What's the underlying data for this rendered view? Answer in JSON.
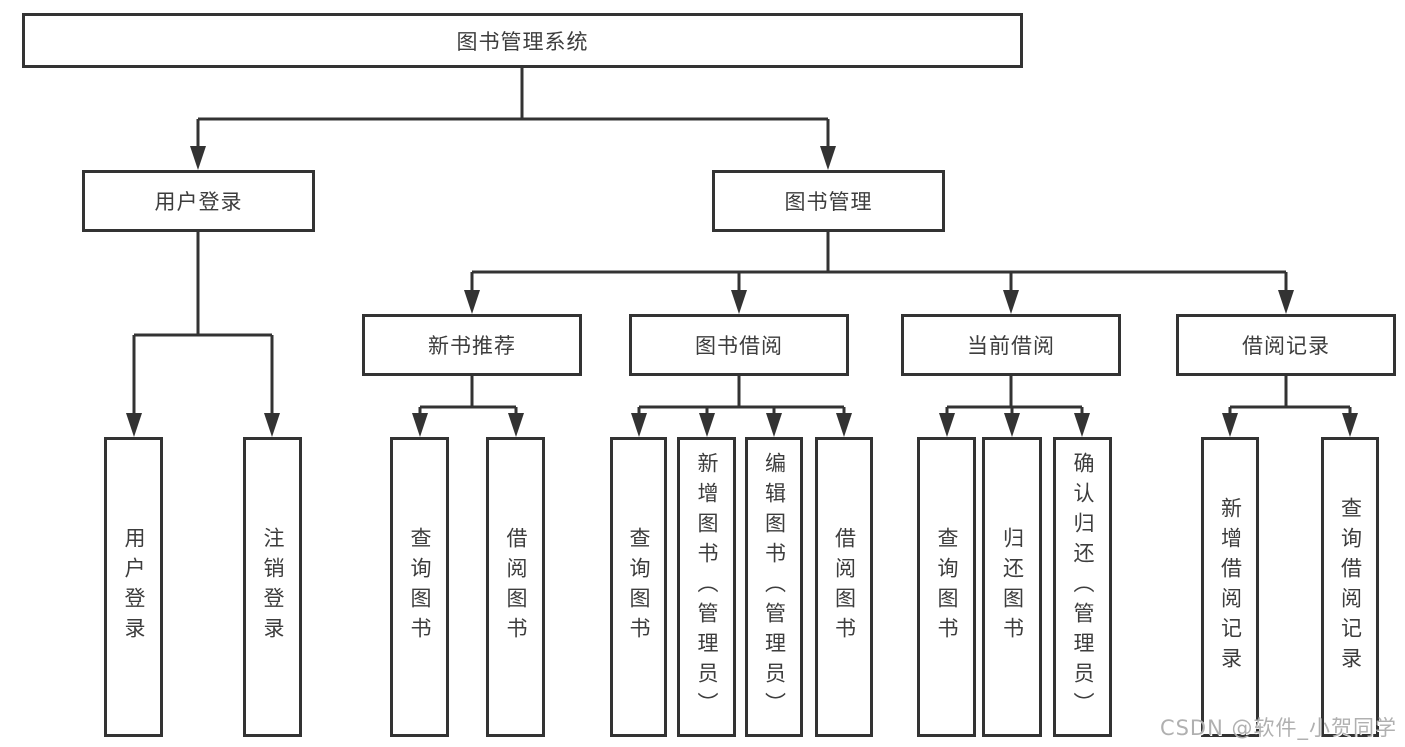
{
  "diagram": {
    "root_label": "图书管理系统",
    "branches": [
      {
        "label": "用户登录",
        "children": [
          "用户登录",
          "注销登录"
        ]
      },
      {
        "label": "图书管理",
        "groups": [
          {
            "label": "新书推荐",
            "children": [
              "查询图书",
              "借阅图书"
            ]
          },
          {
            "label": "图书借阅",
            "children": [
              "查询图书",
              "新增图书（管理员）",
              "编辑图书（管理员）",
              "借阅图书"
            ]
          },
          {
            "label": "当前借阅",
            "children": [
              "查询图书",
              "归还图书",
              "确认归还（管理员）"
            ]
          },
          {
            "label": "借阅记录",
            "children": [
              "新增借阅记录",
              "查询借阅记录"
            ]
          }
        ]
      }
    ]
  },
  "watermark": "CSDN @软件_小贺同学",
  "colors": {
    "line": "#333333",
    "text": "#3d3d3d",
    "watermark": "#b0b0b0",
    "background": "#ffffff"
  }
}
